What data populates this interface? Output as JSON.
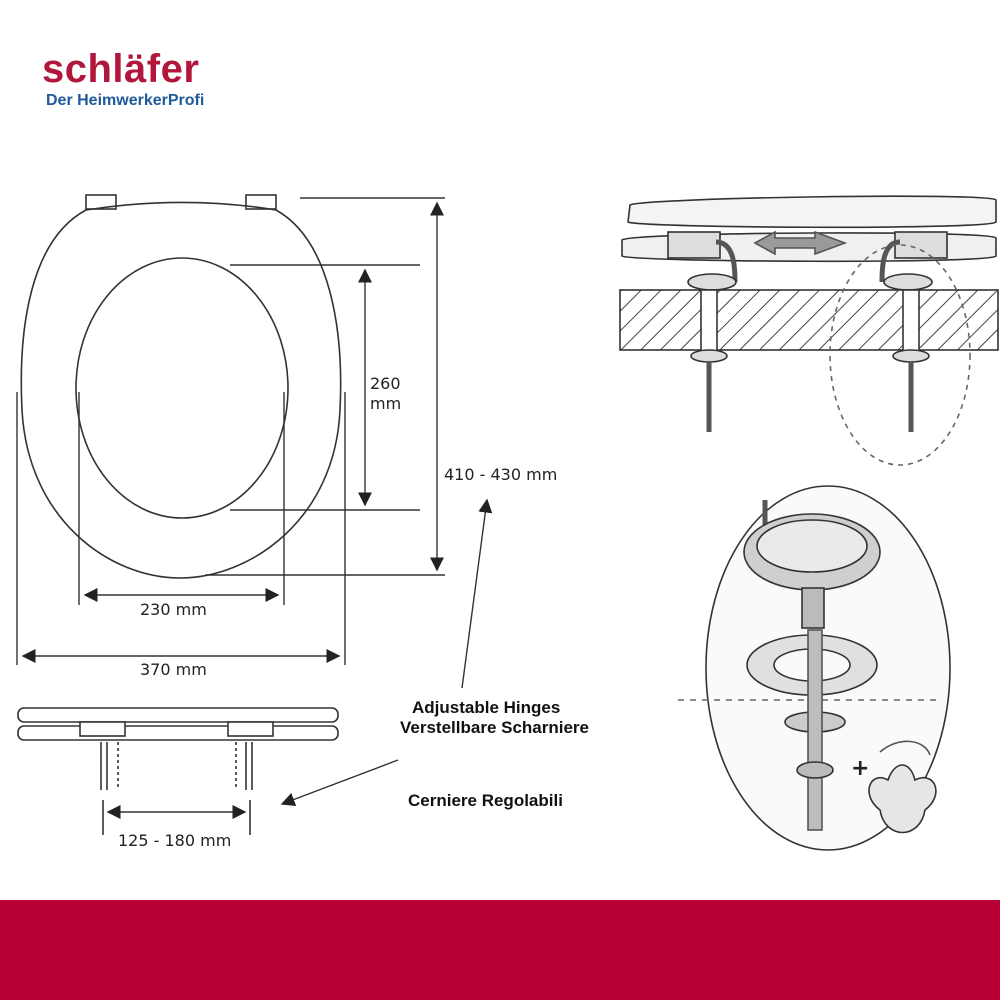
{
  "brand": {
    "name": "schläfer",
    "tagline": "Der HeimwerkerProfi",
    "name_color": "#b0173b",
    "tagline_color": "#1f5a99"
  },
  "dimensions": {
    "opening_length": "260\nmm",
    "total_length": "410 - 430 mm",
    "opening_width": "230 mm",
    "total_width": "370 mm",
    "hinge_spacing": "125 - 180 mm"
  },
  "labels": {
    "hinges_en": "Adjustable Hinges",
    "hinges_de": "Verstellbare Scharniere",
    "hinges_it": "Cerniere Regolabili"
  },
  "footer": {
    "color": "#b80035"
  }
}
